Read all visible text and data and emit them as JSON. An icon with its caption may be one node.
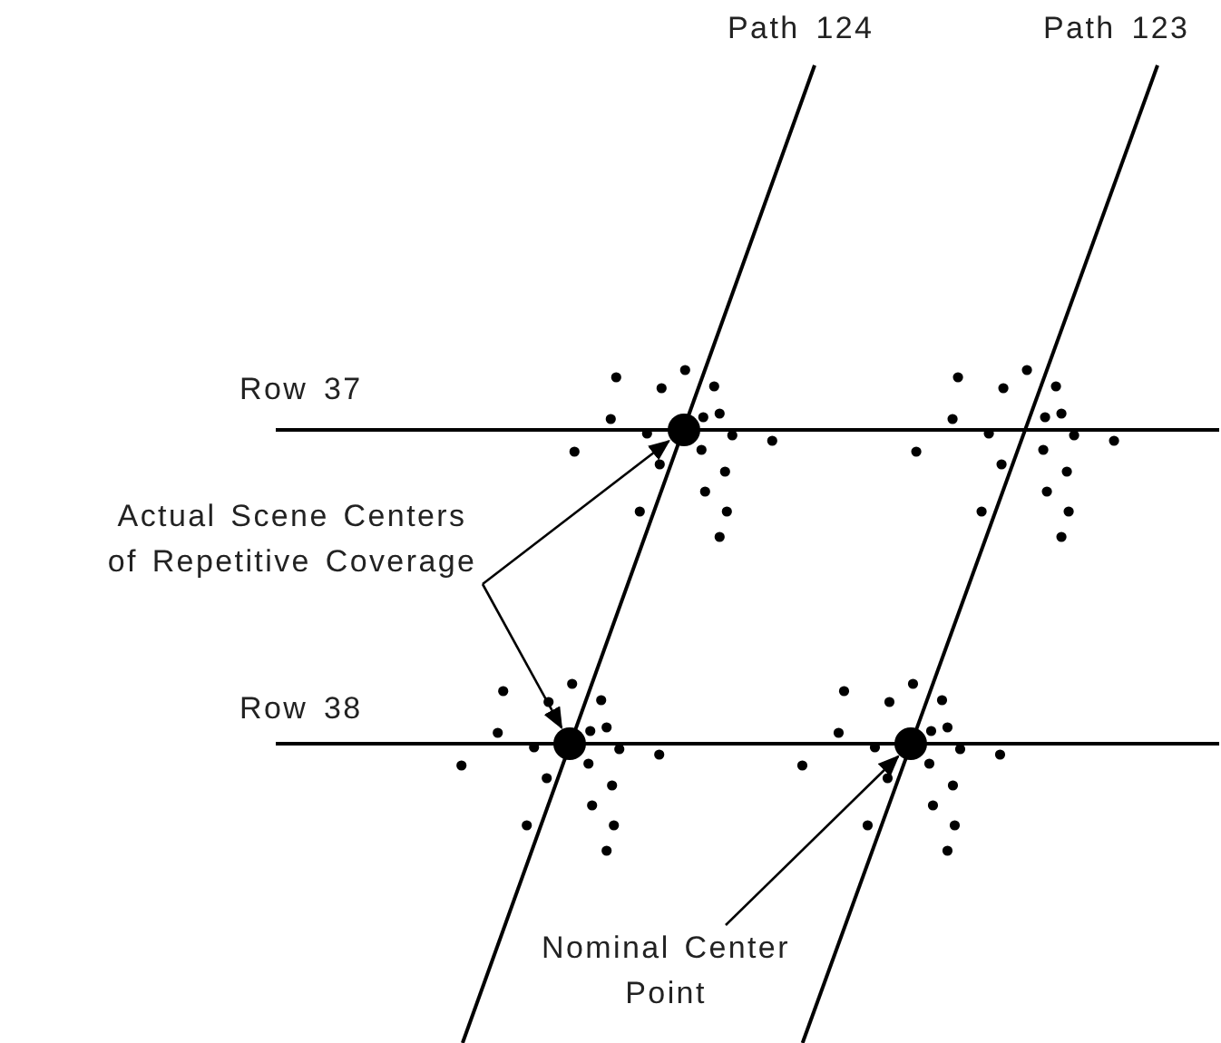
{
  "diagram": {
    "nodes": [
      {
        "text": [
          "Actual Scene Centers of Repetitive Coverage"
        ]
      },
      {
        "text": [],
        "shape": "circle"
      },
      {
        "text": [],
        "shape": "circle"
      },
      {
        "text": [
          "Nominal Center Point"
        ]
      },
      {
        "text": [],
        "shape": "circle"
      }
    ],
    "edges": [
      {
        "from": 0,
        "to": 1,
        "arrow": "to"
      },
      {
        "from": 0,
        "to": 2,
        "arrow": "to"
      },
      {
        "from": 3,
        "to": 4,
        "arrow": "to"
      }
    ],
    "labels": [
      "Path 124",
      "Path 123",
      "Row 37",
      "Row 38"
    ]
  }
}
